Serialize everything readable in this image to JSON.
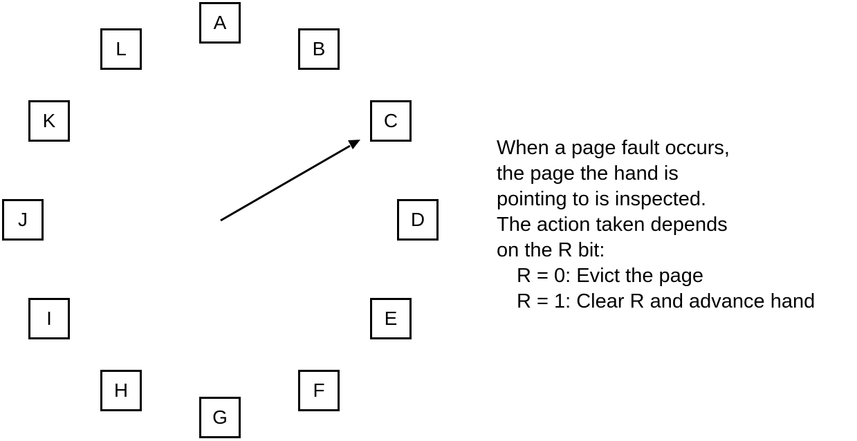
{
  "pages": {
    "a": "A",
    "b": "B",
    "c": "C",
    "d": "D",
    "e": "E",
    "f": "F",
    "g": "G",
    "h": "H",
    "i": "I",
    "j": "J",
    "k": "K",
    "l": "L"
  },
  "explanation": {
    "lines": [
      "When a page fault occurs,",
      "the page the hand is",
      "pointing to is inspected.",
      "The action taken depends",
      "on the R bit:"
    ],
    "rules": [
      "R = 0: Evict the page",
      "R = 1: Clear R and advance hand"
    ]
  }
}
